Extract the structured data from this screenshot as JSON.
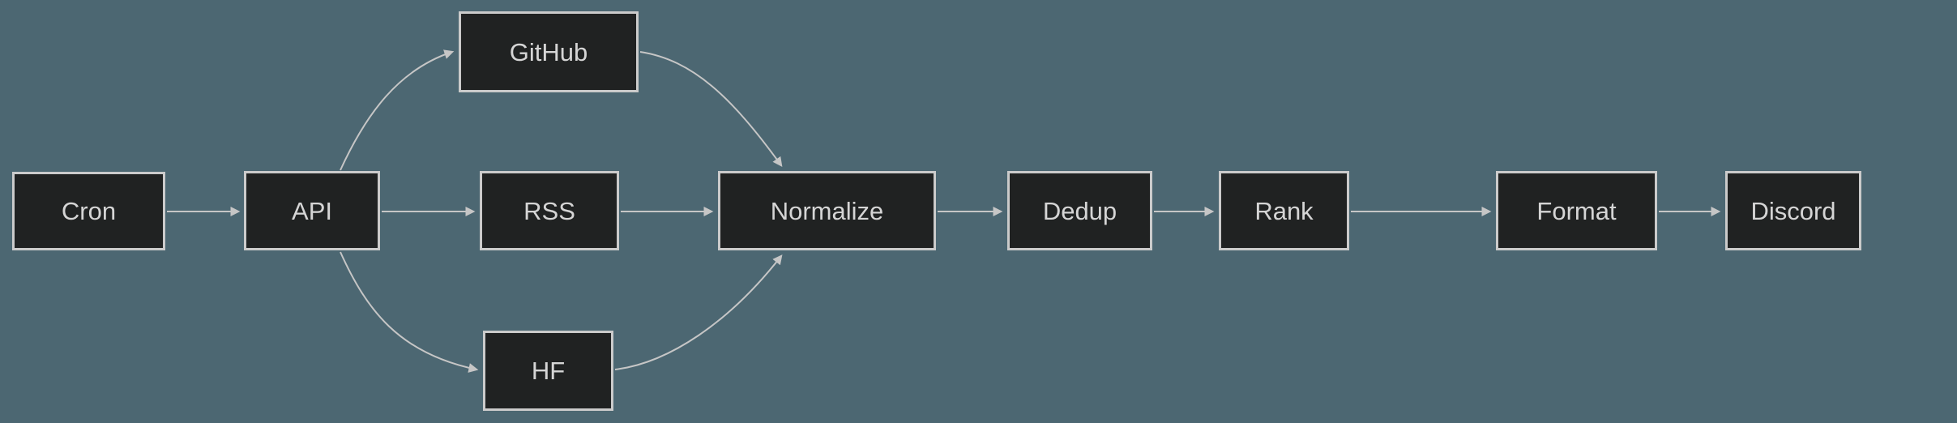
{
  "diagram": {
    "type": "flowchart",
    "direction": "left-to-right",
    "colors": {
      "background": "#4c6772",
      "node_fill": "#202222",
      "node_border": "#cbcbcb",
      "node_text": "#d5d5d5",
      "edge": "#c6c6c6"
    },
    "nodes": [
      {
        "id": "cron",
        "label": "Cron"
      },
      {
        "id": "api",
        "label": "API"
      },
      {
        "id": "github",
        "label": "GitHub"
      },
      {
        "id": "rss",
        "label": "RSS"
      },
      {
        "id": "hf",
        "label": "HF"
      },
      {
        "id": "normalize",
        "label": "Normalize"
      },
      {
        "id": "dedup",
        "label": "Dedup"
      },
      {
        "id": "rank",
        "label": "Rank"
      },
      {
        "id": "format",
        "label": "Format"
      },
      {
        "id": "discord",
        "label": "Discord"
      }
    ],
    "edges": [
      {
        "from": "cron",
        "to": "api"
      },
      {
        "from": "api",
        "to": "github"
      },
      {
        "from": "api",
        "to": "rss"
      },
      {
        "from": "api",
        "to": "hf"
      },
      {
        "from": "github",
        "to": "normalize"
      },
      {
        "from": "rss",
        "to": "normalize"
      },
      {
        "from": "hf",
        "to": "normalize"
      },
      {
        "from": "normalize",
        "to": "dedup"
      },
      {
        "from": "dedup",
        "to": "rank"
      },
      {
        "from": "rank",
        "to": "format"
      },
      {
        "from": "format",
        "to": "discord"
      }
    ]
  }
}
